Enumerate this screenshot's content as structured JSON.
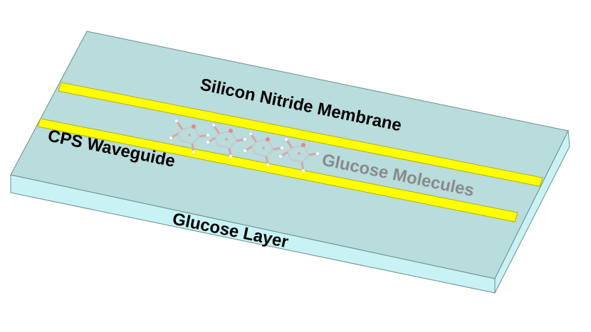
{
  "labels": {
    "membrane": "Silicon Nitride Membrane",
    "waveguide": "CPS Waveguide",
    "molecules": "Glucose Molecules",
    "layer": "Glucose Layer"
  },
  "colors": {
    "membrane_top": "#b9dcdc",
    "membrane_front": "#c9f2f4",
    "edge": "#6a8e8e",
    "strip": "#ffff00",
    "strip_edge": "#b7b000",
    "molecule_label": "#8a8a8a",
    "text": "#000000"
  },
  "molecule_count": 4
}
